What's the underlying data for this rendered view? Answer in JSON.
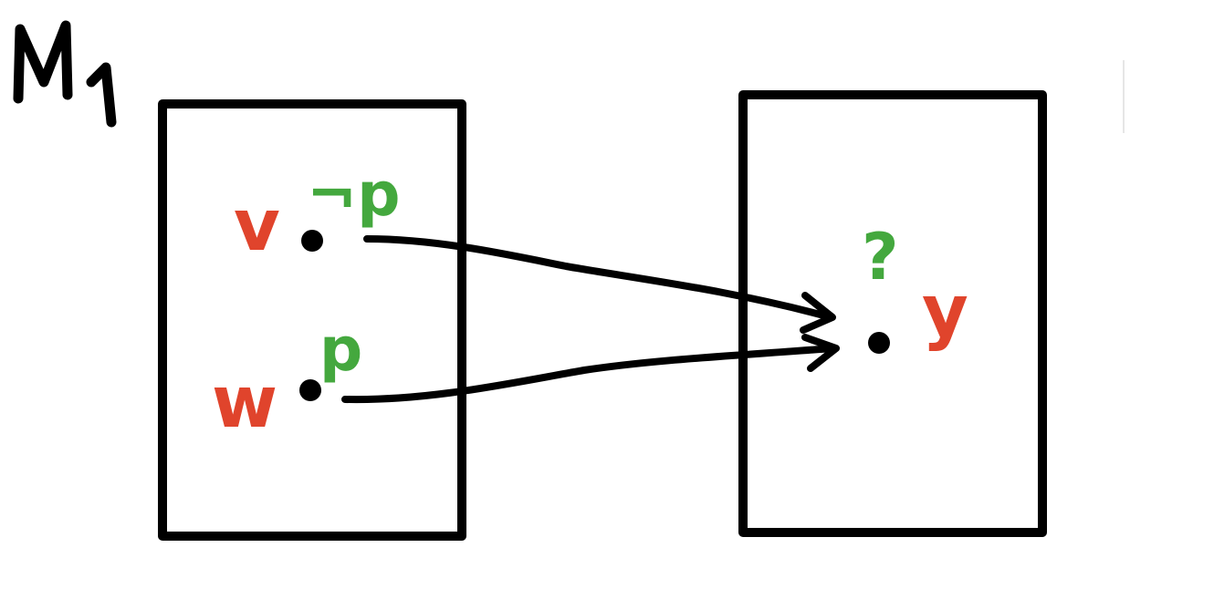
{
  "model": {
    "label_main": "M",
    "label_sub": "1"
  },
  "worlds": {
    "v": {
      "name": "v",
      "proposition": "¬p"
    },
    "w": {
      "name": "w",
      "proposition": "p"
    },
    "y": {
      "name": "y",
      "proposition": "?"
    }
  },
  "colors": {
    "ink": "#000000",
    "world_label": "#e0442c",
    "proposition": "#44a83e"
  }
}
